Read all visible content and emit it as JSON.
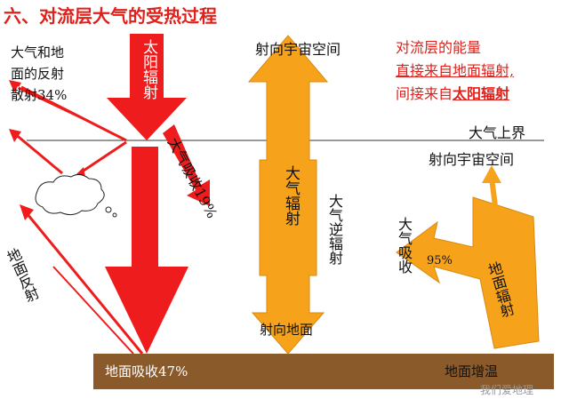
{
  "title": "六、对流层大气的受热过程",
  "sun": {
    "label": "太阳辐射"
  },
  "reflect": {
    "label_line1": "大气和地",
    "label_line2": "面的反射",
    "label_line3": "散射34%"
  },
  "absorb_atm": {
    "label": "大气吸收19%"
  },
  "ground_reflect": {
    "label": "地面反射"
  },
  "ground_absorb": {
    "label": "地面吸收47%"
  },
  "space_top": {
    "label": "射向宇宙空间"
  },
  "atm_radiation": {
    "label": "大气辐射"
  },
  "counter_radiation": {
    "label": "大气逆辐射"
  },
  "to_ground": {
    "label": "射向地面"
  },
  "energy_note": {
    "line1": "对流层的能量",
    "line2": "直接来自地面辐射,",
    "line3_prefix": "间接来自",
    "line3_highlight": "太阳辐射"
  },
  "atm_boundary": {
    "label": "大气上界"
  },
  "space_right": {
    "label": "射向宇宙空间"
  },
  "atm_absorb2": {
    "label": "大气吸收"
  },
  "pct95": {
    "label": "95%"
  },
  "ground_radiation": {
    "label": "地面辐射"
  },
  "ground_warm": {
    "label": "地面增温"
  },
  "watermark": {
    "label": "我们爱地理"
  },
  "colors": {
    "red": "#ee1c1c",
    "orange": "#f7a21b",
    "ground": "#8a5a2b",
    "title": "#e0201a"
  }
}
